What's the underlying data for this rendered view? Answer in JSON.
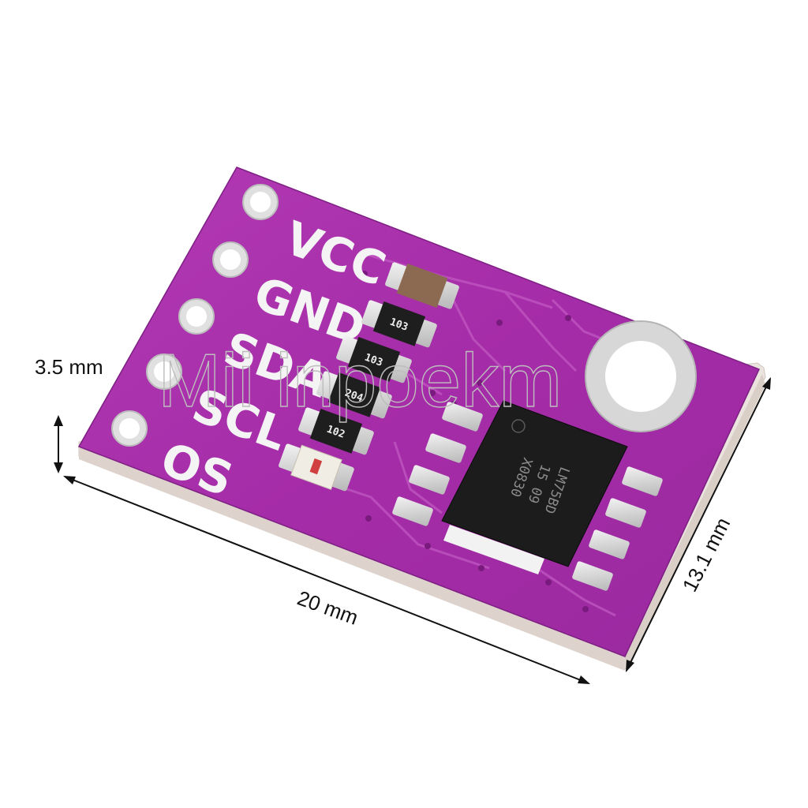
{
  "board": {
    "pins": [
      "VCC",
      "GND",
      "SDA",
      "SCL",
      "OS"
    ],
    "resistors": [
      "103",
      "103",
      "204",
      "102"
    ],
    "chip_marking": [
      "LM75BD",
      "15 09",
      "X0830"
    ],
    "colors": {
      "pcb": "#a52ca8",
      "pcb_dark": "#8a1f8e",
      "pcb_edge": "#e9e2dd",
      "chip": "#1c1c1c",
      "pad": "#d8d8d8",
      "silkscreen": "#f4f4f4"
    }
  },
  "dimensions": {
    "thickness": "3.5 mm",
    "length": "20 mm",
    "width": "13.1 mm"
  },
  "watermark": "Mii inpoekm"
}
